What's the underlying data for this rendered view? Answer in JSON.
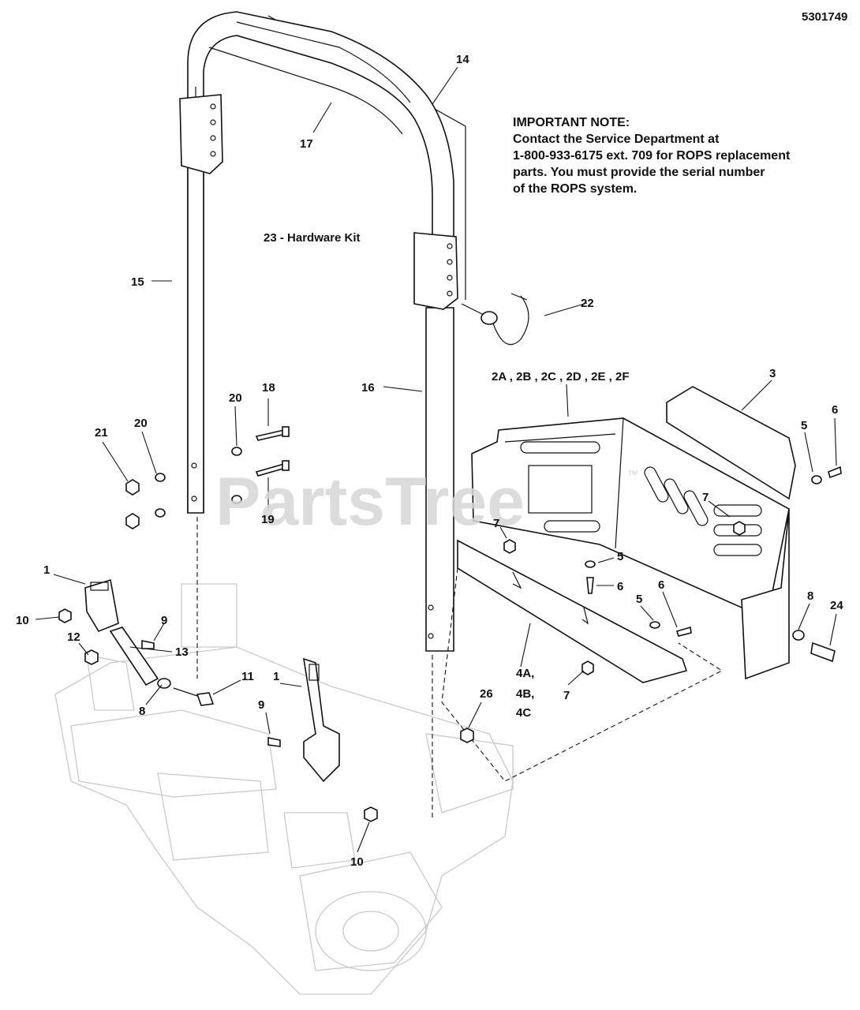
{
  "diagram_id": "5301749",
  "watermark": {
    "text": "PartsTree",
    "tm": "™"
  },
  "note": {
    "title": "IMPORTANT NOTE:",
    "lines": [
      "Contact the Service Department at",
      "1-800-933-6175 ext. 709 for ROPS replacement",
      "parts. You must provide the serial number",
      "of the ROPS system."
    ]
  },
  "callouts": {
    "c14": "14",
    "c17": "17",
    "c15": "15",
    "c16": "16",
    "c23": "23 - Hardware Kit",
    "c22": "22",
    "c2": "2A , 2B , 2C , 2D , 2E , 2F",
    "c3": "3",
    "c5a": "5",
    "c6a": "6",
    "c7a": "7",
    "c7b": "7",
    "c5b": "5",
    "c6b": "6",
    "c5c": "5",
    "c6c": "6",
    "c8a": "8",
    "c24": "24",
    "c4a": "4A,",
    "c4b": "4B,",
    "c4c": "4C",
    "c7c": "7",
    "c26": "26",
    "c18": "18",
    "c20a": "20",
    "c20b": "20",
    "c21": "21",
    "c19": "19",
    "c1a": "1",
    "c10a": "10",
    "c9a": "9",
    "c12": "12",
    "c13": "13",
    "c8b": "8",
    "c11": "11",
    "c1b": "1",
    "c9b": "9",
    "c10b": "10"
  }
}
